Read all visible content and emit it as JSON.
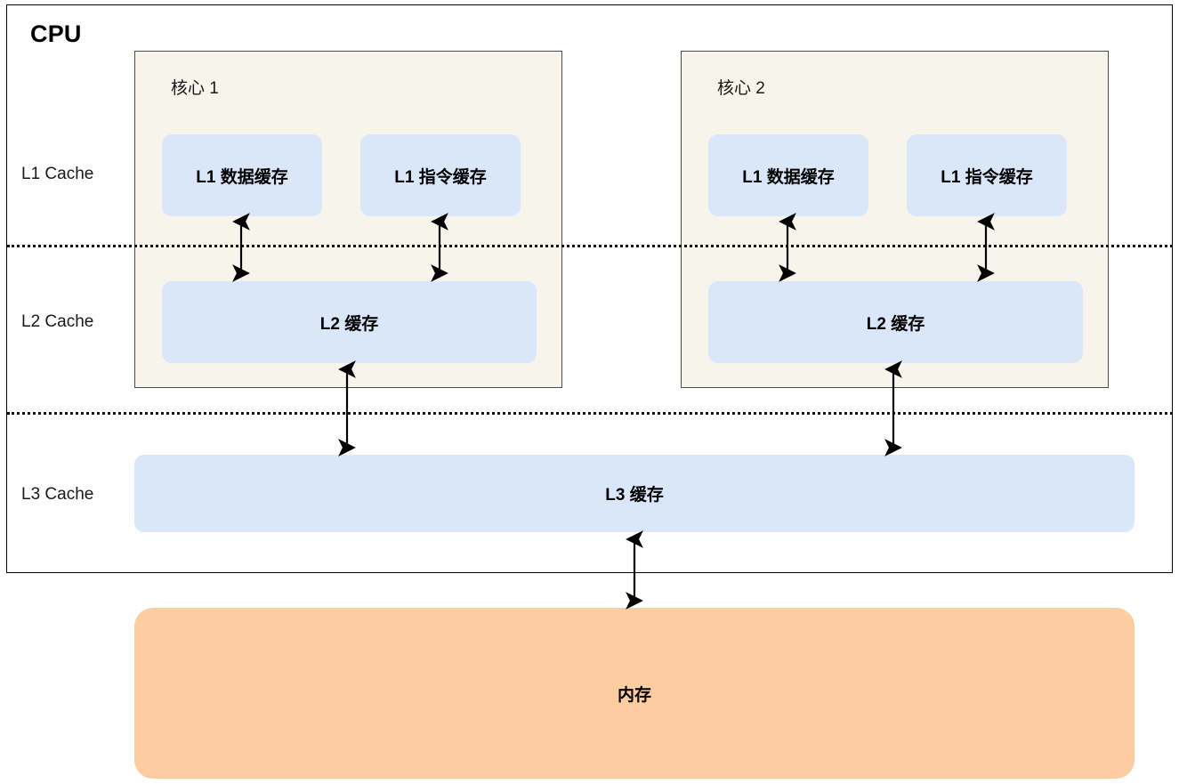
{
  "diagram": {
    "title": "CPU",
    "outer_label": "CPU",
    "background": "#ffffff",
    "colors": {
      "core_fill": "#f7f4ec",
      "core_border": "#4d4d4d",
      "cache_fill": "#dae6f9",
      "memory_fill": "#fccda0",
      "frame_border": "#000000",
      "dotted_rule": "#111111",
      "arrow": "#000000",
      "text": "#000000"
    },
    "side_labels": [
      {
        "id": "l1",
        "text": "L1 Cache"
      },
      {
        "id": "l2",
        "text": "L2 Cache"
      },
      {
        "id": "l3",
        "text": "L3 Cache"
      }
    ],
    "cores": [
      {
        "id": "core-1",
        "title": "核心 1",
        "l1_data": "L1 数据缓存",
        "l1_instruction": "L1 指令缓存",
        "l2": "L2 缓存"
      },
      {
        "id": "core-2",
        "title": "核心 2",
        "l1_data": "L1 数据缓存",
        "l1_instruction": "L1 指令缓存",
        "l2": "L2 缓存"
      }
    ],
    "shared": {
      "l3": "L3 缓存",
      "memory": "内存"
    },
    "connections": [
      {
        "from": "core-1.l1_data",
        "to": "core-1.l2",
        "style": "double-arrow"
      },
      {
        "from": "core-1.l1_instruction",
        "to": "core-1.l2",
        "style": "double-arrow"
      },
      {
        "from": "core-2.l1_data",
        "to": "core-2.l2",
        "style": "double-arrow"
      },
      {
        "from": "core-2.l1_instruction",
        "to": "core-2.l2",
        "style": "double-arrow"
      },
      {
        "from": "core-1.l2",
        "to": "shared.l3",
        "style": "double-arrow"
      },
      {
        "from": "core-2.l2",
        "to": "shared.l3",
        "style": "double-arrow"
      },
      {
        "from": "shared.l3",
        "to": "shared.memory",
        "style": "double-arrow"
      }
    ],
    "dividers": [
      {
        "id": "rule-l1-l2",
        "style": "dotted"
      },
      {
        "id": "rule-l2-l3",
        "style": "dotted"
      }
    ]
  }
}
